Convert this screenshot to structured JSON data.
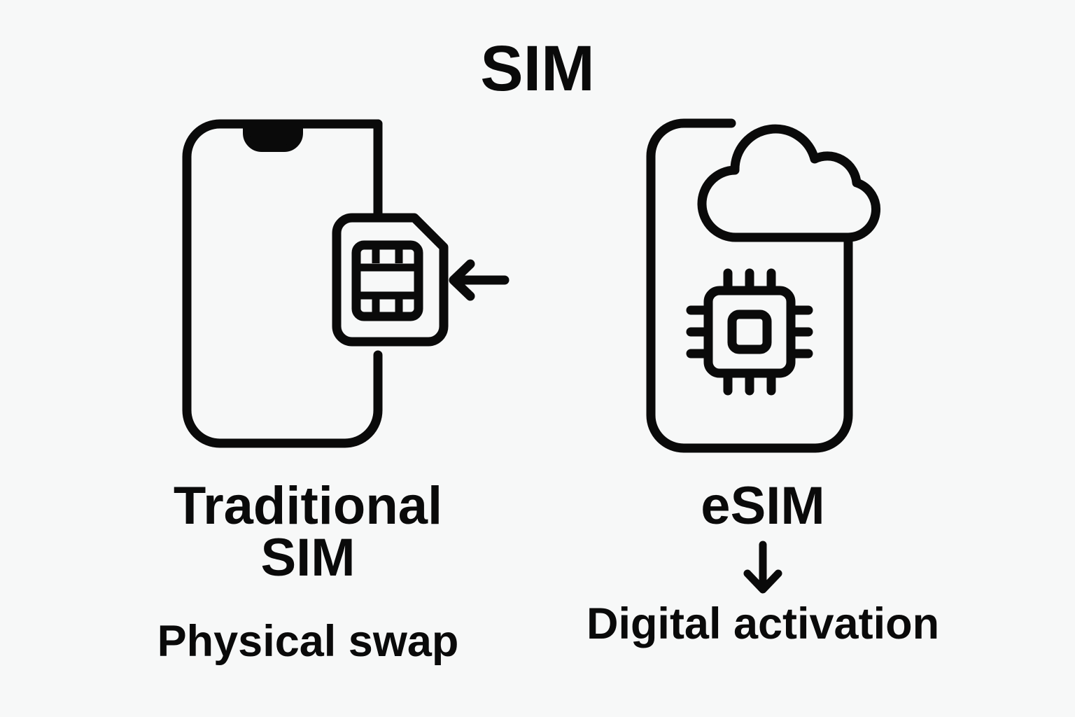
{
  "page": {
    "background_color": "#f7f8f8",
    "ink_color": "#0a0a0a"
  },
  "title": "SIM",
  "left_panel": {
    "heading": "Traditional\nSIM",
    "subheading": "Physical swap",
    "icons": {
      "phone": "smartphone-outline-icon",
      "sim": "sim-card-icon",
      "arrow": "arrow-left-icon"
    },
    "arrow_glyph": "←"
  },
  "right_panel": {
    "heading": "eSIM",
    "subheading": "Digital activation",
    "icons": {
      "phone": "smartphone-outline-icon",
      "cloud": "cloud-icon",
      "chip": "cpu-chip-icon",
      "arrow": "arrow-down-icon"
    },
    "arrow_glyph": "↓"
  }
}
